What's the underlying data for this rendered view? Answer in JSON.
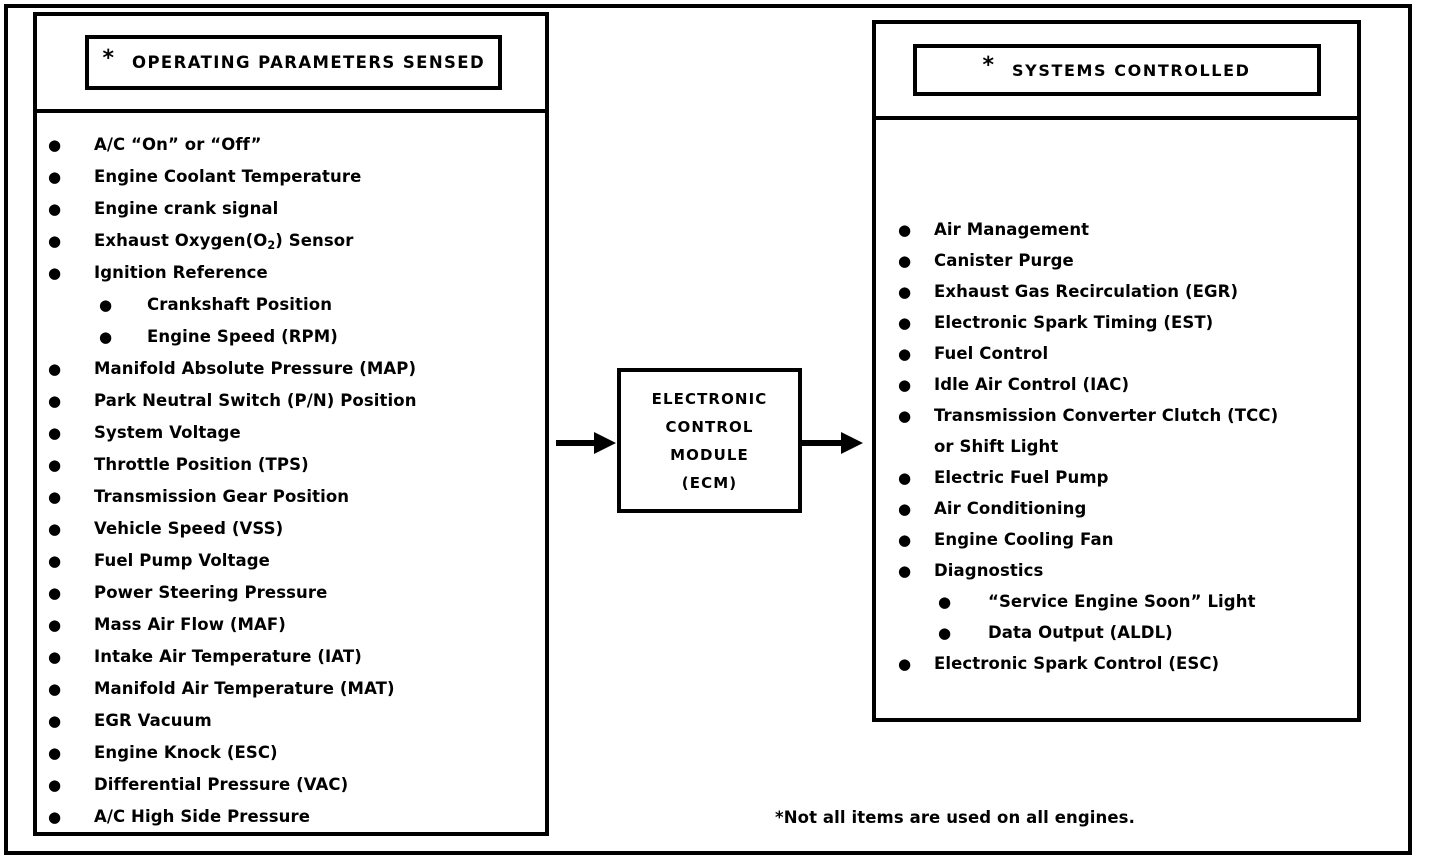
{
  "diagram": {
    "footnote": "*Not all items are used on all engines.",
    "bullet_glyph": "●",
    "colors": {
      "ink": "#000000",
      "background": "#ffffff"
    }
  },
  "left_panel": {
    "title_star": "*",
    "title": "OPERATING PARAMETERS SENSED",
    "items": [
      {
        "level": 1,
        "text": "A/C “On” or “Off”"
      },
      {
        "level": 1,
        "text": "Engine Coolant Temperature"
      },
      {
        "level": 1,
        "text": "Engine crank signal"
      },
      {
        "level": 1,
        "text": "Exhaust Oxygen(O2) Sensor",
        "html": "Exhaust Oxygen(O<sub>2</sub>) Sensor"
      },
      {
        "level": 1,
        "text": "Ignition Reference"
      },
      {
        "level": 2,
        "text": "Crankshaft Position"
      },
      {
        "level": 2,
        "text": "Engine Speed (RPM)"
      },
      {
        "level": 1,
        "text": "Manifold Absolute Pressure  (MAP)"
      },
      {
        "level": 1,
        "text": "Park Neutral Switch (P/N) Position"
      },
      {
        "level": 1,
        "text": "System Voltage"
      },
      {
        "level": 1,
        "text": "Throttle Position (TPS)"
      },
      {
        "level": 1,
        "text": "Transmission Gear Position"
      },
      {
        "level": 1,
        "text": "Vehicle Speed (VSS)"
      },
      {
        "level": 1,
        "text": "Fuel Pump Voltage"
      },
      {
        "level": 1,
        "text": "Power Steering Pressure"
      },
      {
        "level": 1,
        "text": "Mass Air Flow (MAF)"
      },
      {
        "level": 1,
        "text": "Intake Air Temperature (IAT)"
      },
      {
        "level": 1,
        "text": "Manifold Air Temperature (MAT)"
      },
      {
        "level": 1,
        "text": "EGR  Vacuum"
      },
      {
        "level": 1,
        "text": "Engine Knock (ESC)"
      },
      {
        "level": 1,
        "text": "Differential Pressure (VAC)"
      },
      {
        "level": 1,
        "text": "A/C High Side Pressure"
      }
    ]
  },
  "right_panel": {
    "title_star": "*",
    "title": "SYSTEMS CONTROLLED",
    "items": [
      {
        "level": 1,
        "text": "Air Management"
      },
      {
        "level": 1,
        "text": "Canister Purge"
      },
      {
        "level": 1,
        "text": "Exhaust Gas Recirculation (EGR)"
      },
      {
        "level": 1,
        "text": "Electronic Spark Timing (EST)"
      },
      {
        "level": 1,
        "text": "Fuel Control"
      },
      {
        "level": 1,
        "text": "Idle Air Control (IAC)"
      },
      {
        "level": 1,
        "text": "Transmission Converter Clutch (TCC)"
      },
      {
        "level": 0,
        "text": "or Shift Light"
      },
      {
        "level": 1,
        "text": "Electric Fuel Pump"
      },
      {
        "level": 1,
        "text": "Air Conditioning"
      },
      {
        "level": 1,
        "text": "Engine Cooling Fan"
      },
      {
        "level": 1,
        "text": "Diagnostics"
      },
      {
        "level": 2,
        "text": "“Service Engine Soon” Light"
      },
      {
        "level": 2,
        "text": "Data Output (ALDL)"
      },
      {
        "level": 1,
        "text": "Electronic Spark Control (ESC)"
      }
    ]
  },
  "ecm": {
    "lines": [
      "ELECTRONIC",
      "CONTROL",
      "MODULE",
      "(ECM)"
    ]
  }
}
